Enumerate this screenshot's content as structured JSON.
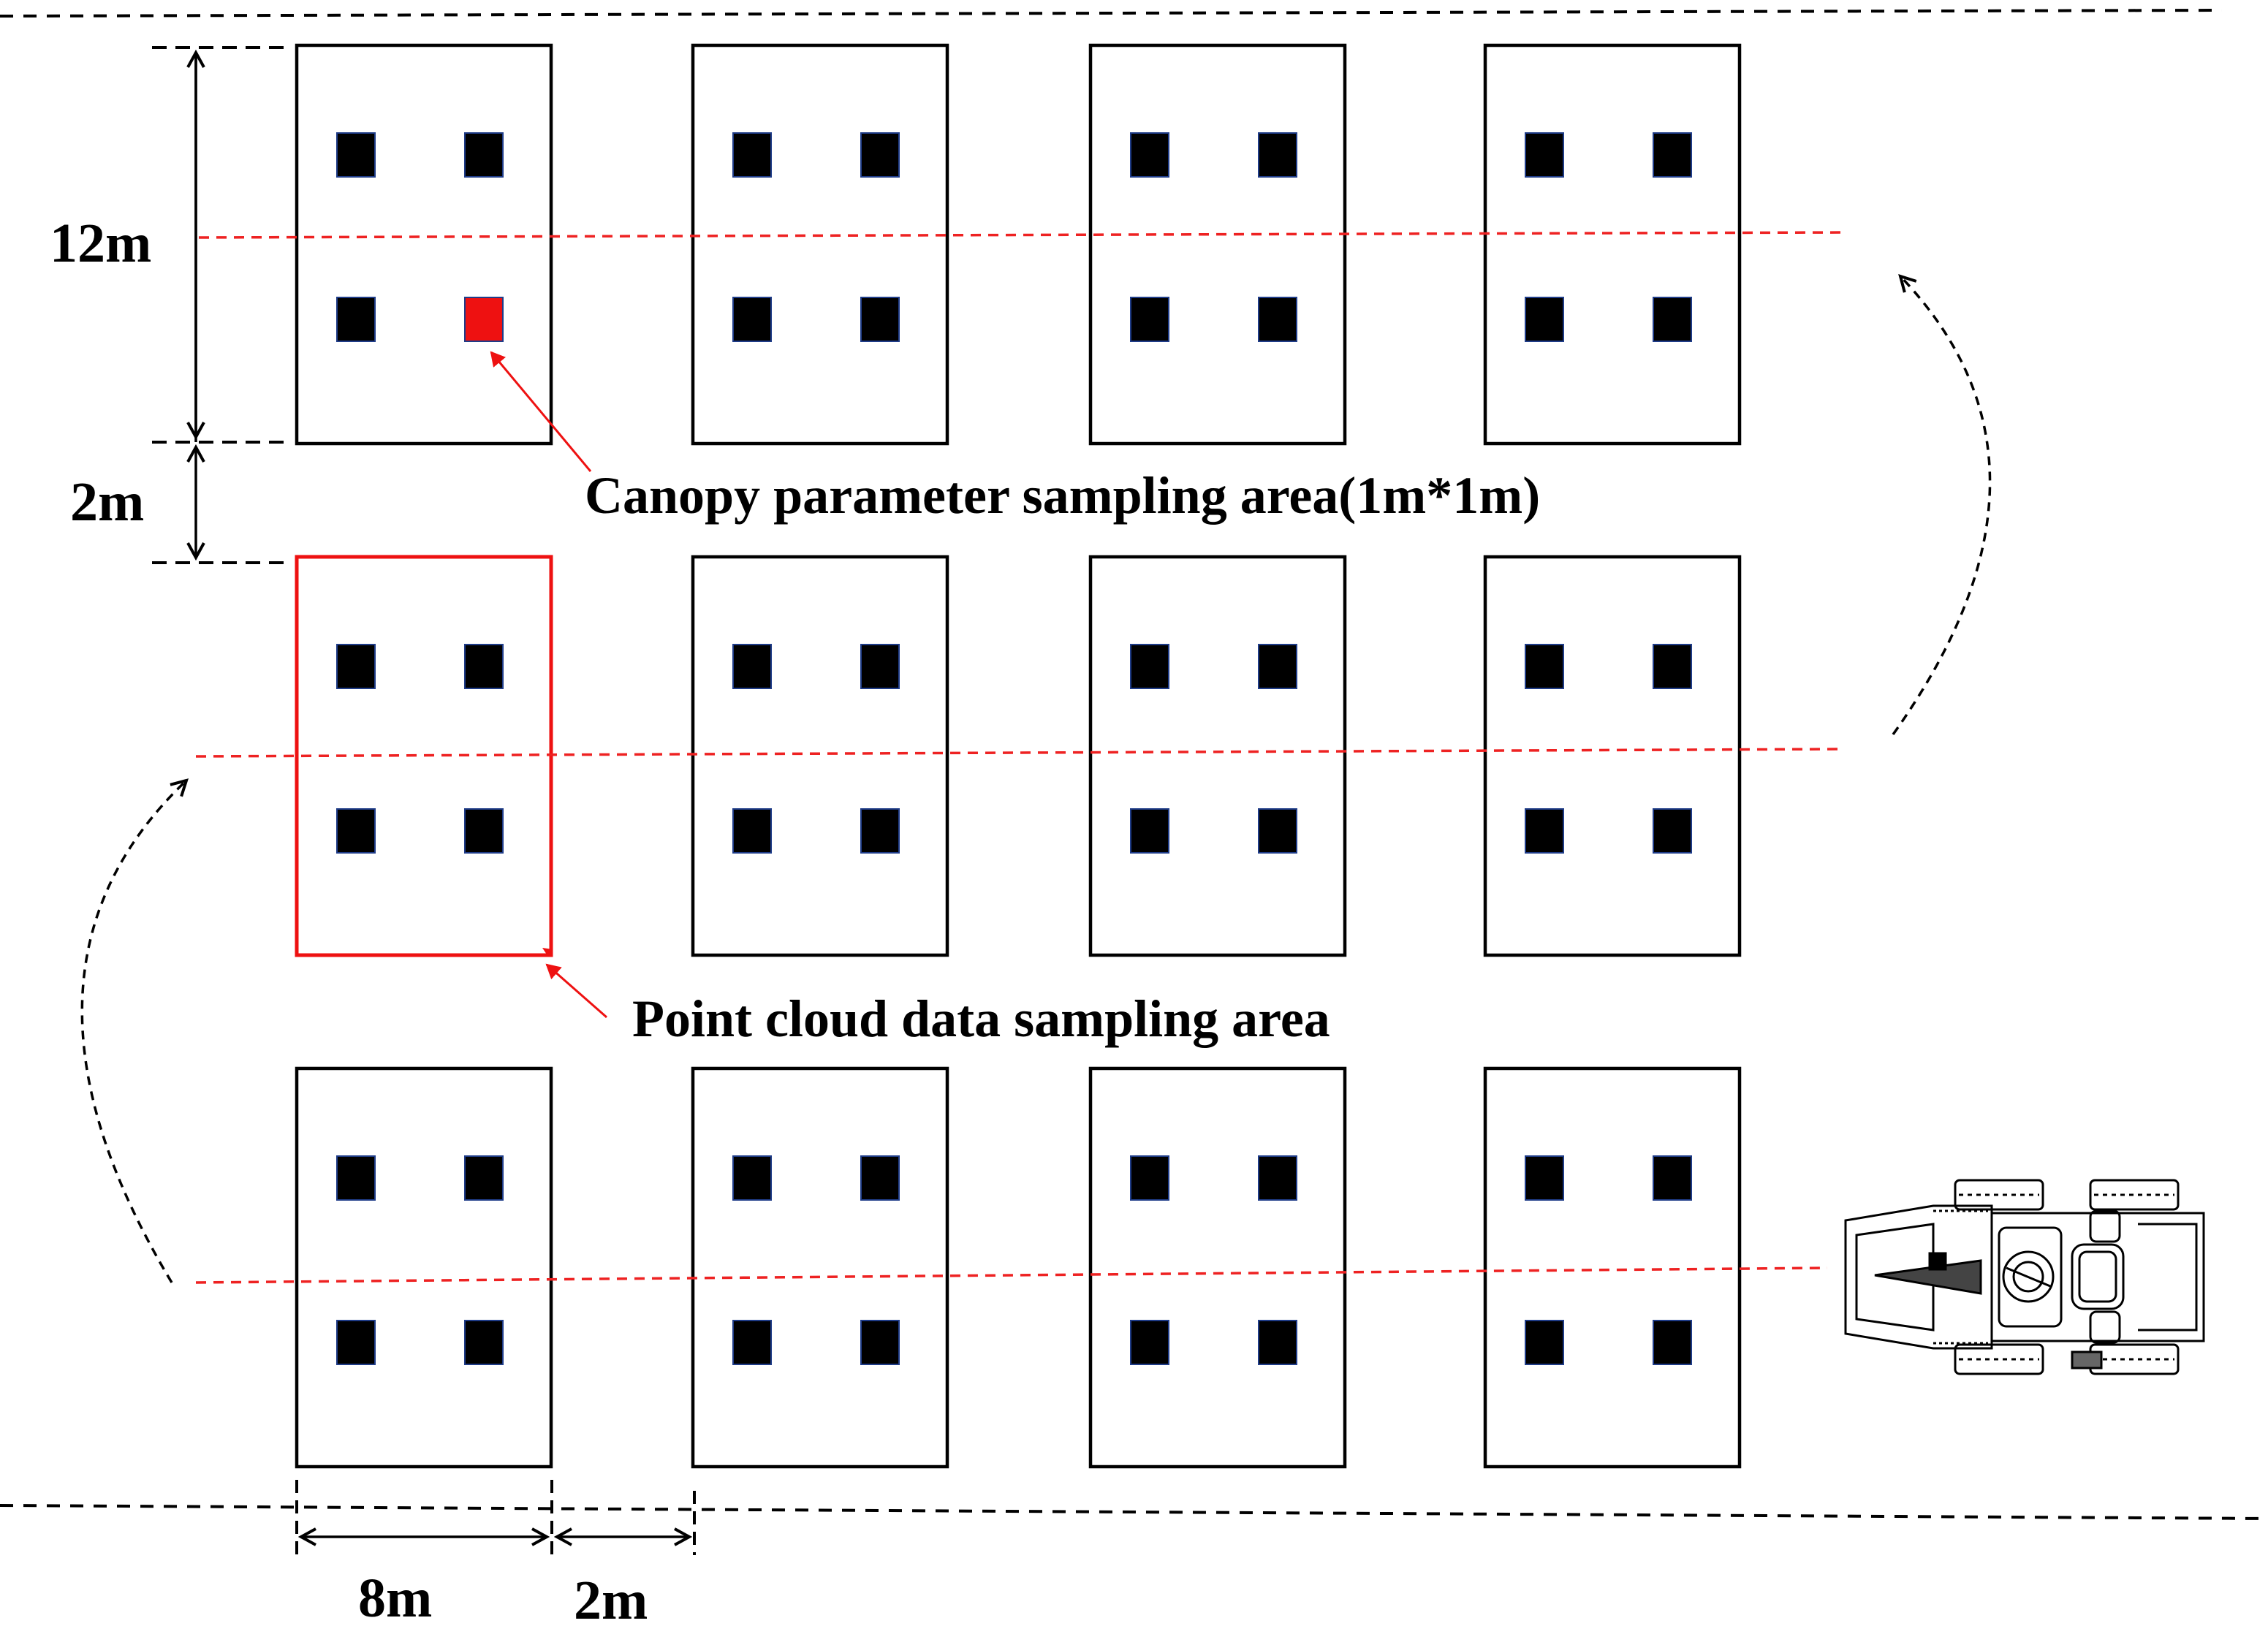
{
  "labels": {
    "plot_height": "12m",
    "row_gap": "2m",
    "plot_width": "8m",
    "col_gap": "2m",
    "canopy_area": "Canopy parameter sampling area(1m*1m)",
    "point_cloud_area": "Point cloud data sampling area"
  },
  "layout": {
    "rows": 3,
    "cols": 4,
    "squares_per_plot": 4
  },
  "highlight": {
    "point_cloud_plot": {
      "row": 1,
      "col": 0
    },
    "canopy_square": {
      "row": 0,
      "col": 0,
      "index": 3
    }
  },
  "colors": {
    "line": "#000000",
    "highlight": "#ee1111",
    "path": "#ee2222",
    "square": "#000000",
    "square_border": "#1f3c88"
  },
  "icons": {
    "vehicle": "tractor-icon",
    "path_turn": "curved-arrow-icon"
  }
}
